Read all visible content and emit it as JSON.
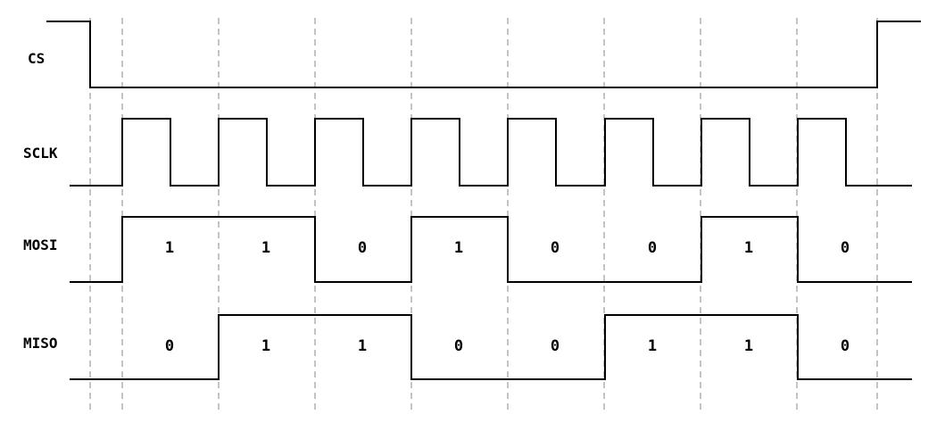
{
  "colors": {
    "background": "#ffffff",
    "waveform": "#000000",
    "guide_line": "#8a8a8a"
  },
  "signals": {
    "cs": {
      "name": "CS"
    },
    "sclk": {
      "name": "SCLK"
    },
    "mosi": {
      "name": "MOSI",
      "bits": [
        "1",
        "1",
        "0",
        "1",
        "0",
        "0",
        "1",
        "0"
      ]
    },
    "miso": {
      "name": "MISO",
      "bits": [
        "0",
        "1",
        "1",
        "0",
        "0",
        "1",
        "1",
        "0"
      ]
    }
  }
}
